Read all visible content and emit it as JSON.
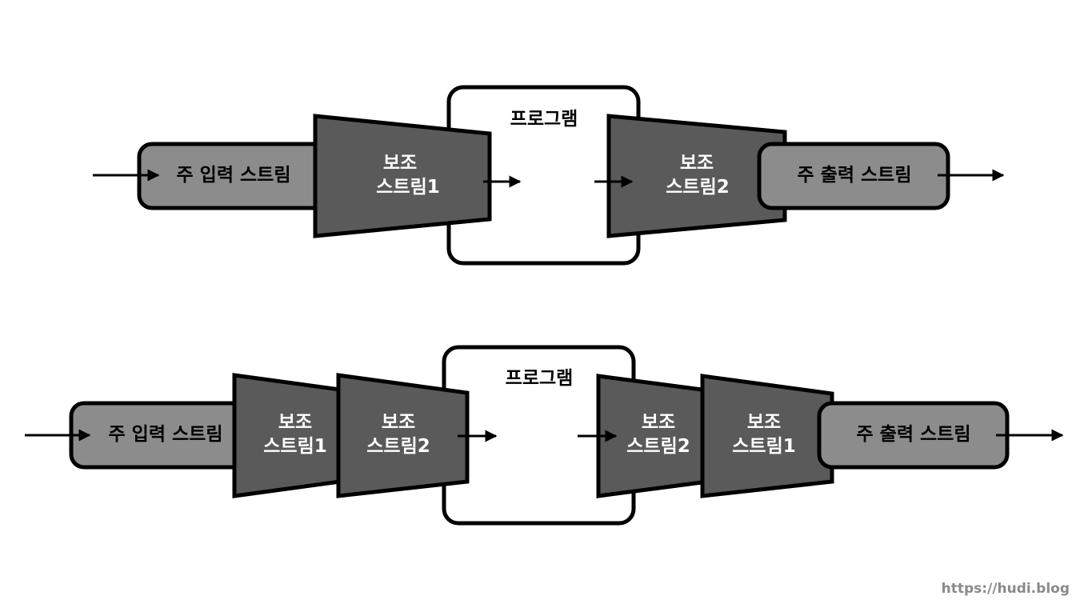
{
  "colors": {
    "stream_primary": "#8c8c8c",
    "stream_secondary": "#5a5a5a",
    "program": "#ffffff",
    "stroke": "#000000"
  },
  "top": {
    "program_label": "프로그램",
    "input_label": "주 입력 스트림",
    "output_label": "주 출력 스트림",
    "aux_in": {
      "line1": "보조",
      "line2": "스트림1"
    },
    "aux_out": {
      "line1": "보조",
      "line2": "스트림2"
    }
  },
  "bottom": {
    "program_label": "프로그램",
    "input_label": "주 입력 스트림",
    "output_label": "주 출력 스트림",
    "aux_in_1": {
      "line1": "보조",
      "line2": "스트림1"
    },
    "aux_in_2": {
      "line1": "보조",
      "line2": "스트림2"
    },
    "aux_out_1": {
      "line1": "보조",
      "line2": "스트림2"
    },
    "aux_out_2": {
      "line1": "보조",
      "line2": "스트림1"
    }
  },
  "watermark": "https://hudi.blog"
}
